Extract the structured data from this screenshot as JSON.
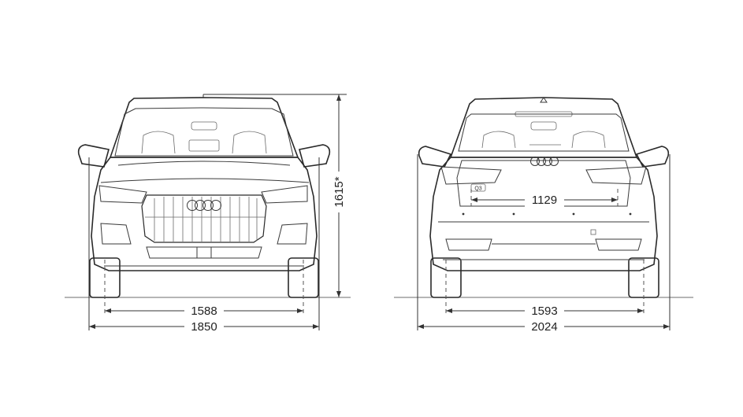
{
  "diagram": {
    "views": [
      {
        "name": "front"
      },
      {
        "name": "rear",
        "badge": "Q3"
      }
    ],
    "dimensions": {
      "front_track": "1588",
      "front_width": "1850",
      "height": "1615*",
      "rear_track": "1593",
      "rear_width": "2024",
      "tailgate_width": "1129"
    },
    "colors": {
      "line": "#2a2a2a",
      "ground": "#8a8a8a",
      "background": "#ffffff"
    }
  }
}
